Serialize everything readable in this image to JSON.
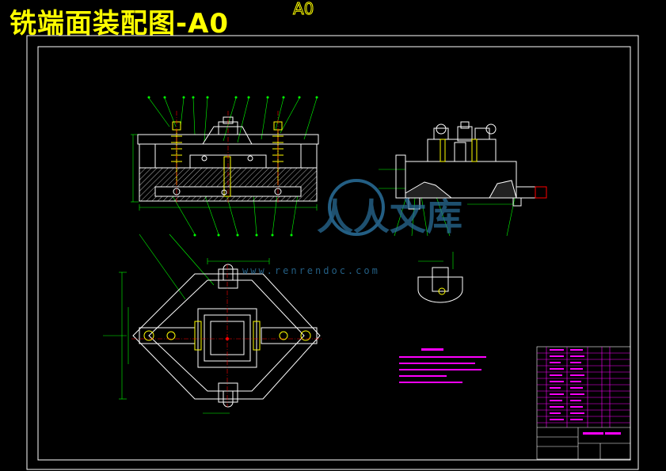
{
  "drawing": {
    "title": "铣端面装配图-A0",
    "sheet_size": "A0"
  },
  "watermark": {
    "text": "人人文库",
    "url": "www.renrendoc.com"
  },
  "colors": {
    "background": "#000000",
    "title": "#ffff00",
    "border": "#ffffff",
    "part": "#ffffff",
    "leader": "#00ff00",
    "dimension": "#00ff00",
    "table": "#ff00ff",
    "notes": "#ff00ff",
    "centerline": "#ff0000",
    "fastener": "#ffff00",
    "watermark": "#2a6f9a"
  }
}
